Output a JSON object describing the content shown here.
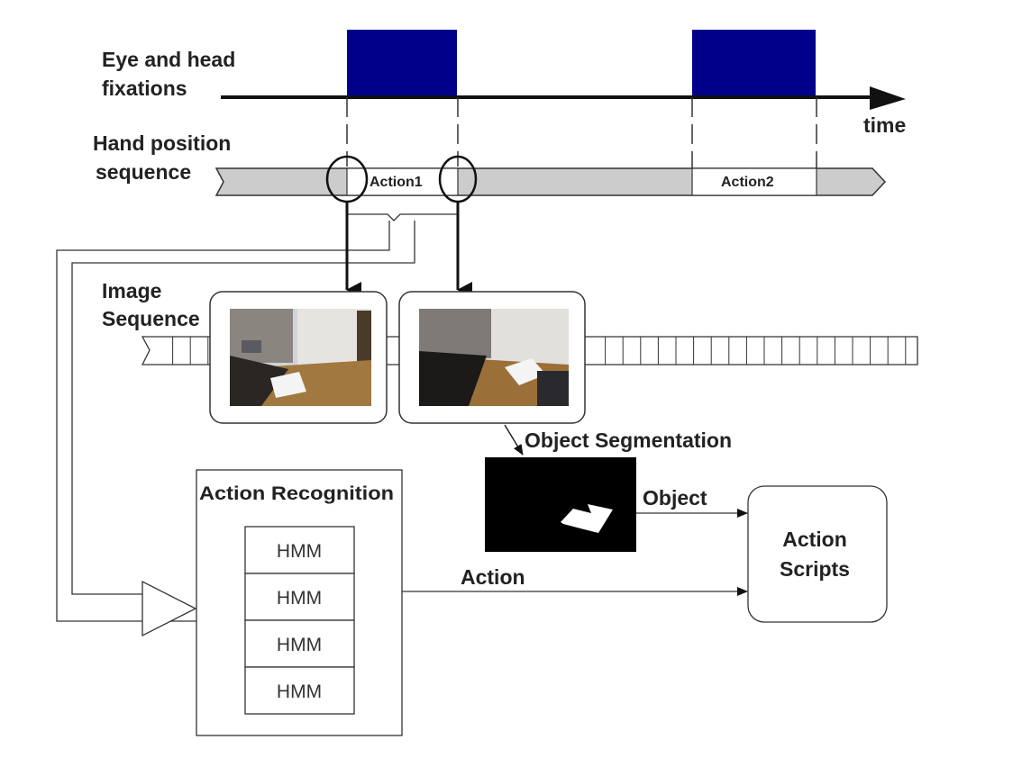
{
  "timeline": {
    "fixations_label_line1": "Eye and head",
    "fixations_label_line2": "fixations",
    "time_label": "time",
    "hand_label_line1": "Hand position",
    "hand_label_line2": "sequence",
    "action1_label": "Action1",
    "action2_label": "Action2"
  },
  "image_sequence": {
    "label_line1": "Image",
    "label_line2": "Sequence"
  },
  "segmentation": {
    "label": "Object Segmentation",
    "object_label": "Object"
  },
  "recognition": {
    "title": "Action Recognition",
    "hmm_labels": [
      "HMM",
      "HMM",
      "HMM",
      "HMM"
    ],
    "action_label": "Action"
  },
  "scripts": {
    "line1": "Action",
    "line2": "Scripts"
  },
  "colors": {
    "fixation_block": "#00008b",
    "hand_band": "#cccccc",
    "segmentation_bg": "#000000"
  }
}
